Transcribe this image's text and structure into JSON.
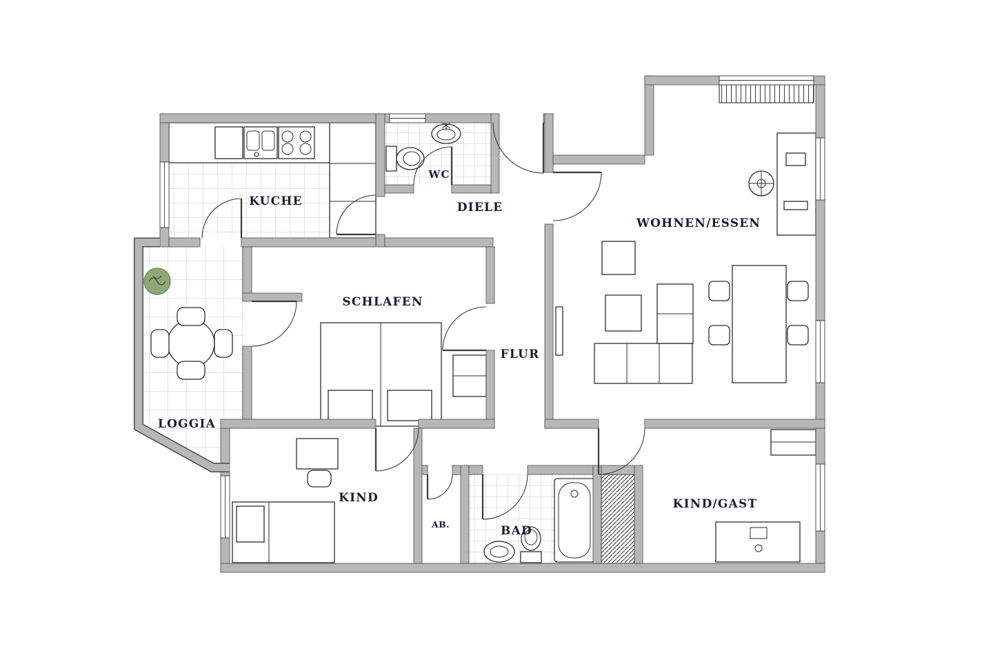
{
  "colors": {
    "wall": "#b7b7b7",
    "wall_edge": "#4a4a4a",
    "line": "#2b2b2b",
    "label": "#1b1b33",
    "tile": "#cdcdcd",
    "plant": "#8fa878",
    "plant_edge": "#66804f",
    "background": "#ffffff"
  },
  "rooms": {
    "kueche": {
      "label": "KUCHE"
    },
    "wc": {
      "label": "WC"
    },
    "diele": {
      "label": "DIELE"
    },
    "wohnen": {
      "label": "WOHNEN/ESSEN"
    },
    "schlafen": {
      "label": "SCHLAFEN"
    },
    "flur": {
      "label": "FLUR"
    },
    "loggia": {
      "label": "LOGGIA"
    },
    "kind": {
      "label": "KIND"
    },
    "abstell": {
      "label": "AB."
    },
    "bad": {
      "label": "BAD"
    },
    "kind_gast": {
      "label": "KIND/GAST"
    }
  }
}
